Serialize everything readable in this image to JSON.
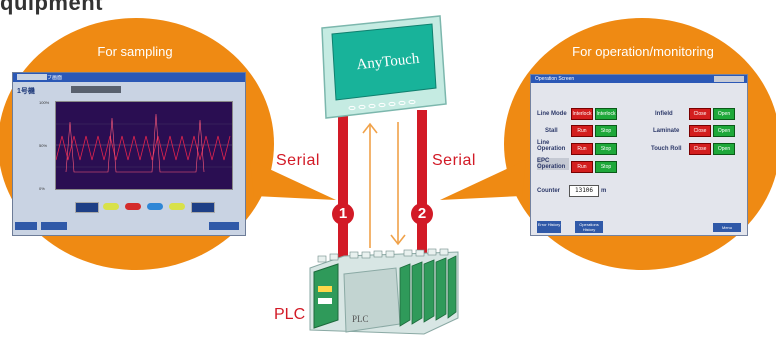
{
  "page_title_fragment": "quipment",
  "left_panel": {
    "label": "For sampling"
  },
  "right_panel": {
    "label": "For operation/monitoring"
  },
  "hmi": {
    "brand": "AnyTouch"
  },
  "connections": {
    "serial_left": "Serial",
    "serial_right": "Serial",
    "marker_1": "1",
    "marker_2": "2"
  },
  "plc": {
    "label": "PLC",
    "body_text": "PLC"
  },
  "colors": {
    "bubble": "#ef8a13",
    "cable": "#d21a26",
    "hmi_frame": "#bfe8df",
    "plc_body": "#2f9a5a"
  },
  "trend_screen": {
    "axis_top": "100%",
    "axis_mid": "50%",
    "axis_bottom": "0%",
    "corner_label": "1号機"
  },
  "op_screen": {
    "title": "Operation Screen",
    "rows_left": [
      {
        "label": "Line Mode",
        "btn1": "Interlock",
        "btn2": "Interlock"
      },
      {
        "label": "Stall",
        "btn1": "Run",
        "btn2": "Stop"
      },
      {
        "label": "Line Operation",
        "btn1": "Run",
        "btn2": "Stop"
      },
      {
        "label": "EPC Operation",
        "btn1": "Run",
        "btn2": "Stop"
      }
    ],
    "rows_right": [
      {
        "label": "Infield",
        "btn1": "Close",
        "btn2": "Open"
      },
      {
        "label": "Laminate",
        "btn1": "Close",
        "btn2": "Open"
      },
      {
        "label": "Touch Roll",
        "btn1": "Close",
        "btn2": "Open"
      }
    ],
    "counter_label": "Counter",
    "counter_value": "13106",
    "counter_unit": "m",
    "footer_btn1": "Error History",
    "footer_btn2": "Operations History",
    "footer_btn3": "Menu"
  }
}
